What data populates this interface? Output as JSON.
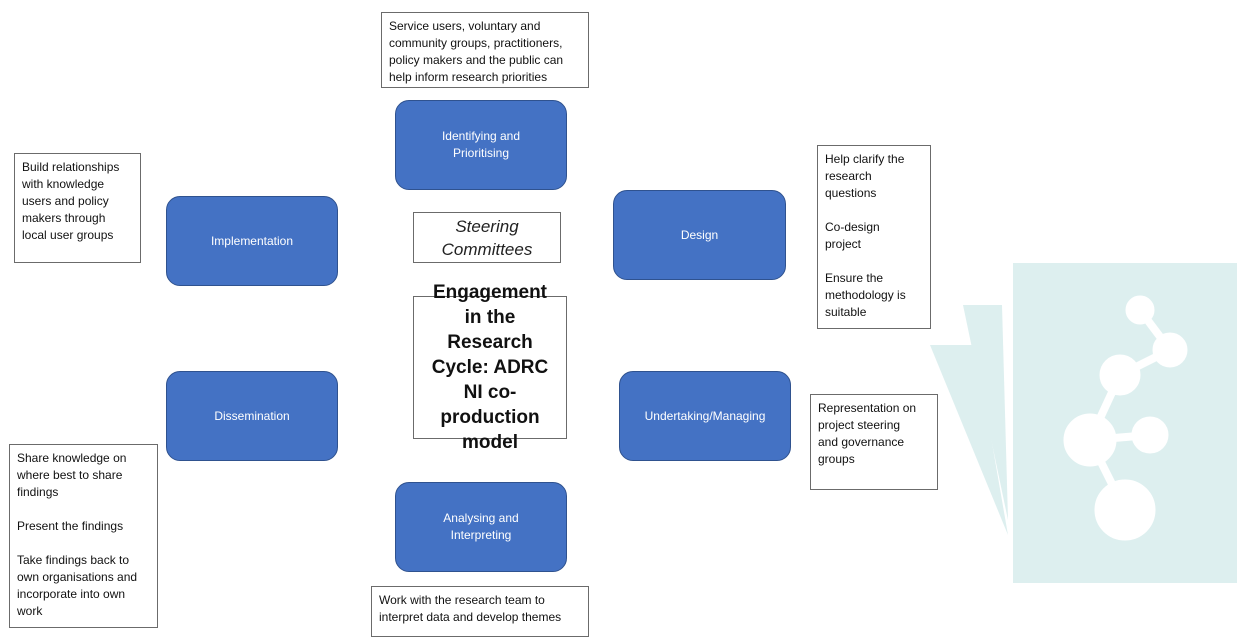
{
  "center": {
    "steering": "Steering\nCommittees",
    "title": "Engagement in the Research Cycle: ADRC NI co-production model"
  },
  "stages": {
    "identifying": "Identifying and\nPrioritising",
    "design": "Design",
    "undertaking": "Undertaking/Managing",
    "analysing": "Analysing and\nInterpreting",
    "dissemination": "Dissemination",
    "implementation": "Implementation"
  },
  "notes": {
    "identifying": "Service users, voluntary and\ncommunity groups, practitioners,\npolicy makers and the public can\nhelp inform research priorities",
    "design": "Help clarify the\nresearch\nquestions\n\nCo-design\nproject\n\nEnsure the\nmethodology is\nsuitable",
    "undertaking": "Representation on\nproject steering\nand governance\ngroups",
    "analysing": "Work with the research team to\ninterpret data and develop themes",
    "dissemination": "Share knowledge on\nwhere best to share\nfindings\n\nPresent the findings\n\nTake findings back to\nown organisations and\nincorporate into own\nwork",
    "implementation": "Build relationships\nwith knowledge\nusers and policy\nmakers through\nlocal user groups"
  },
  "colors": {
    "stage_fill": "#4472C4",
    "stage_border": "#2F528F",
    "watermark": "#DDEFEF"
  }
}
